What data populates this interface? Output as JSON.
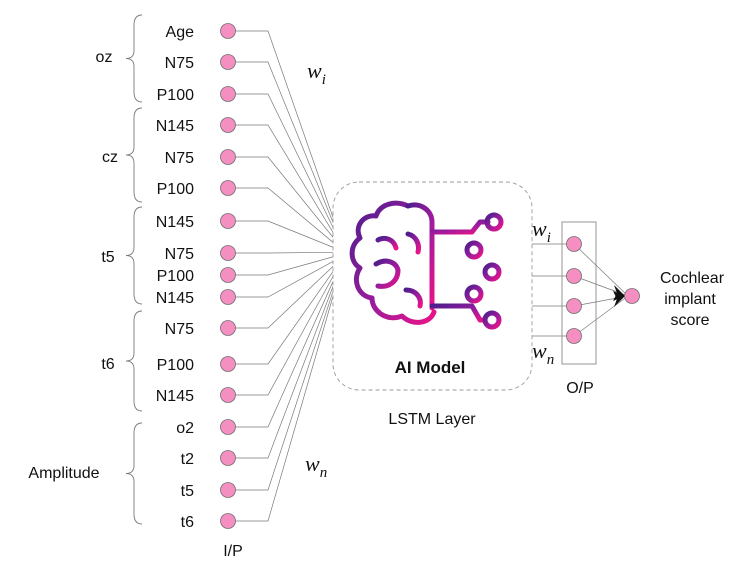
{
  "inputs": [
    "Age",
    "N75",
    "P100",
    "N145",
    "N75",
    "P100",
    "N145",
    "N75",
    "P100",
    "N145",
    "N75",
    "P100",
    "N145",
    "o2",
    "t2",
    "t5",
    "t6"
  ],
  "groups": [
    "oz",
    "cz",
    "t5",
    "t6",
    "Amplitude"
  ],
  "input_layer_label": "I/P",
  "weights": {
    "top": {
      "base": "w",
      "sub": "i"
    },
    "bottom": {
      "base": "w",
      "sub": "n"
    },
    "out_top": {
      "base": "w",
      "sub": "i"
    },
    "out_bottom": {
      "base": "w",
      "sub": "n"
    }
  },
  "model": {
    "title": "AI Model",
    "layer_label": "LSTM Layer"
  },
  "output_layer_label": "O/P",
  "result": {
    "line1": "Cochlear",
    "line2": "implant",
    "line3": "score"
  },
  "colors": {
    "node": "#f58fc2",
    "brain_dark": "#5b1f8f",
    "brain_light": "#e0168c"
  }
}
